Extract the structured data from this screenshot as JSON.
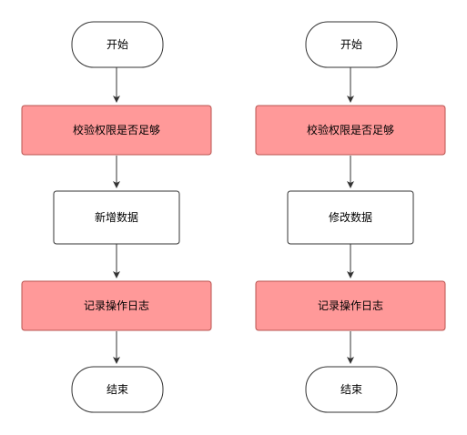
{
  "colors": {
    "process_fill": "#ff9999",
    "process_stroke": "#b85450",
    "plain_fill": "#ffffff",
    "stroke": "#333333",
    "text": "#000000"
  },
  "left_flow": {
    "start": "开始",
    "check": "校验权限是否足够",
    "action": "新增数据",
    "log": "记录操作日志",
    "end": "结束"
  },
  "right_flow": {
    "start": "开始",
    "check": "校验权限是否足够",
    "action": "修改数据",
    "log": "记录操作日志",
    "end": "结束"
  }
}
